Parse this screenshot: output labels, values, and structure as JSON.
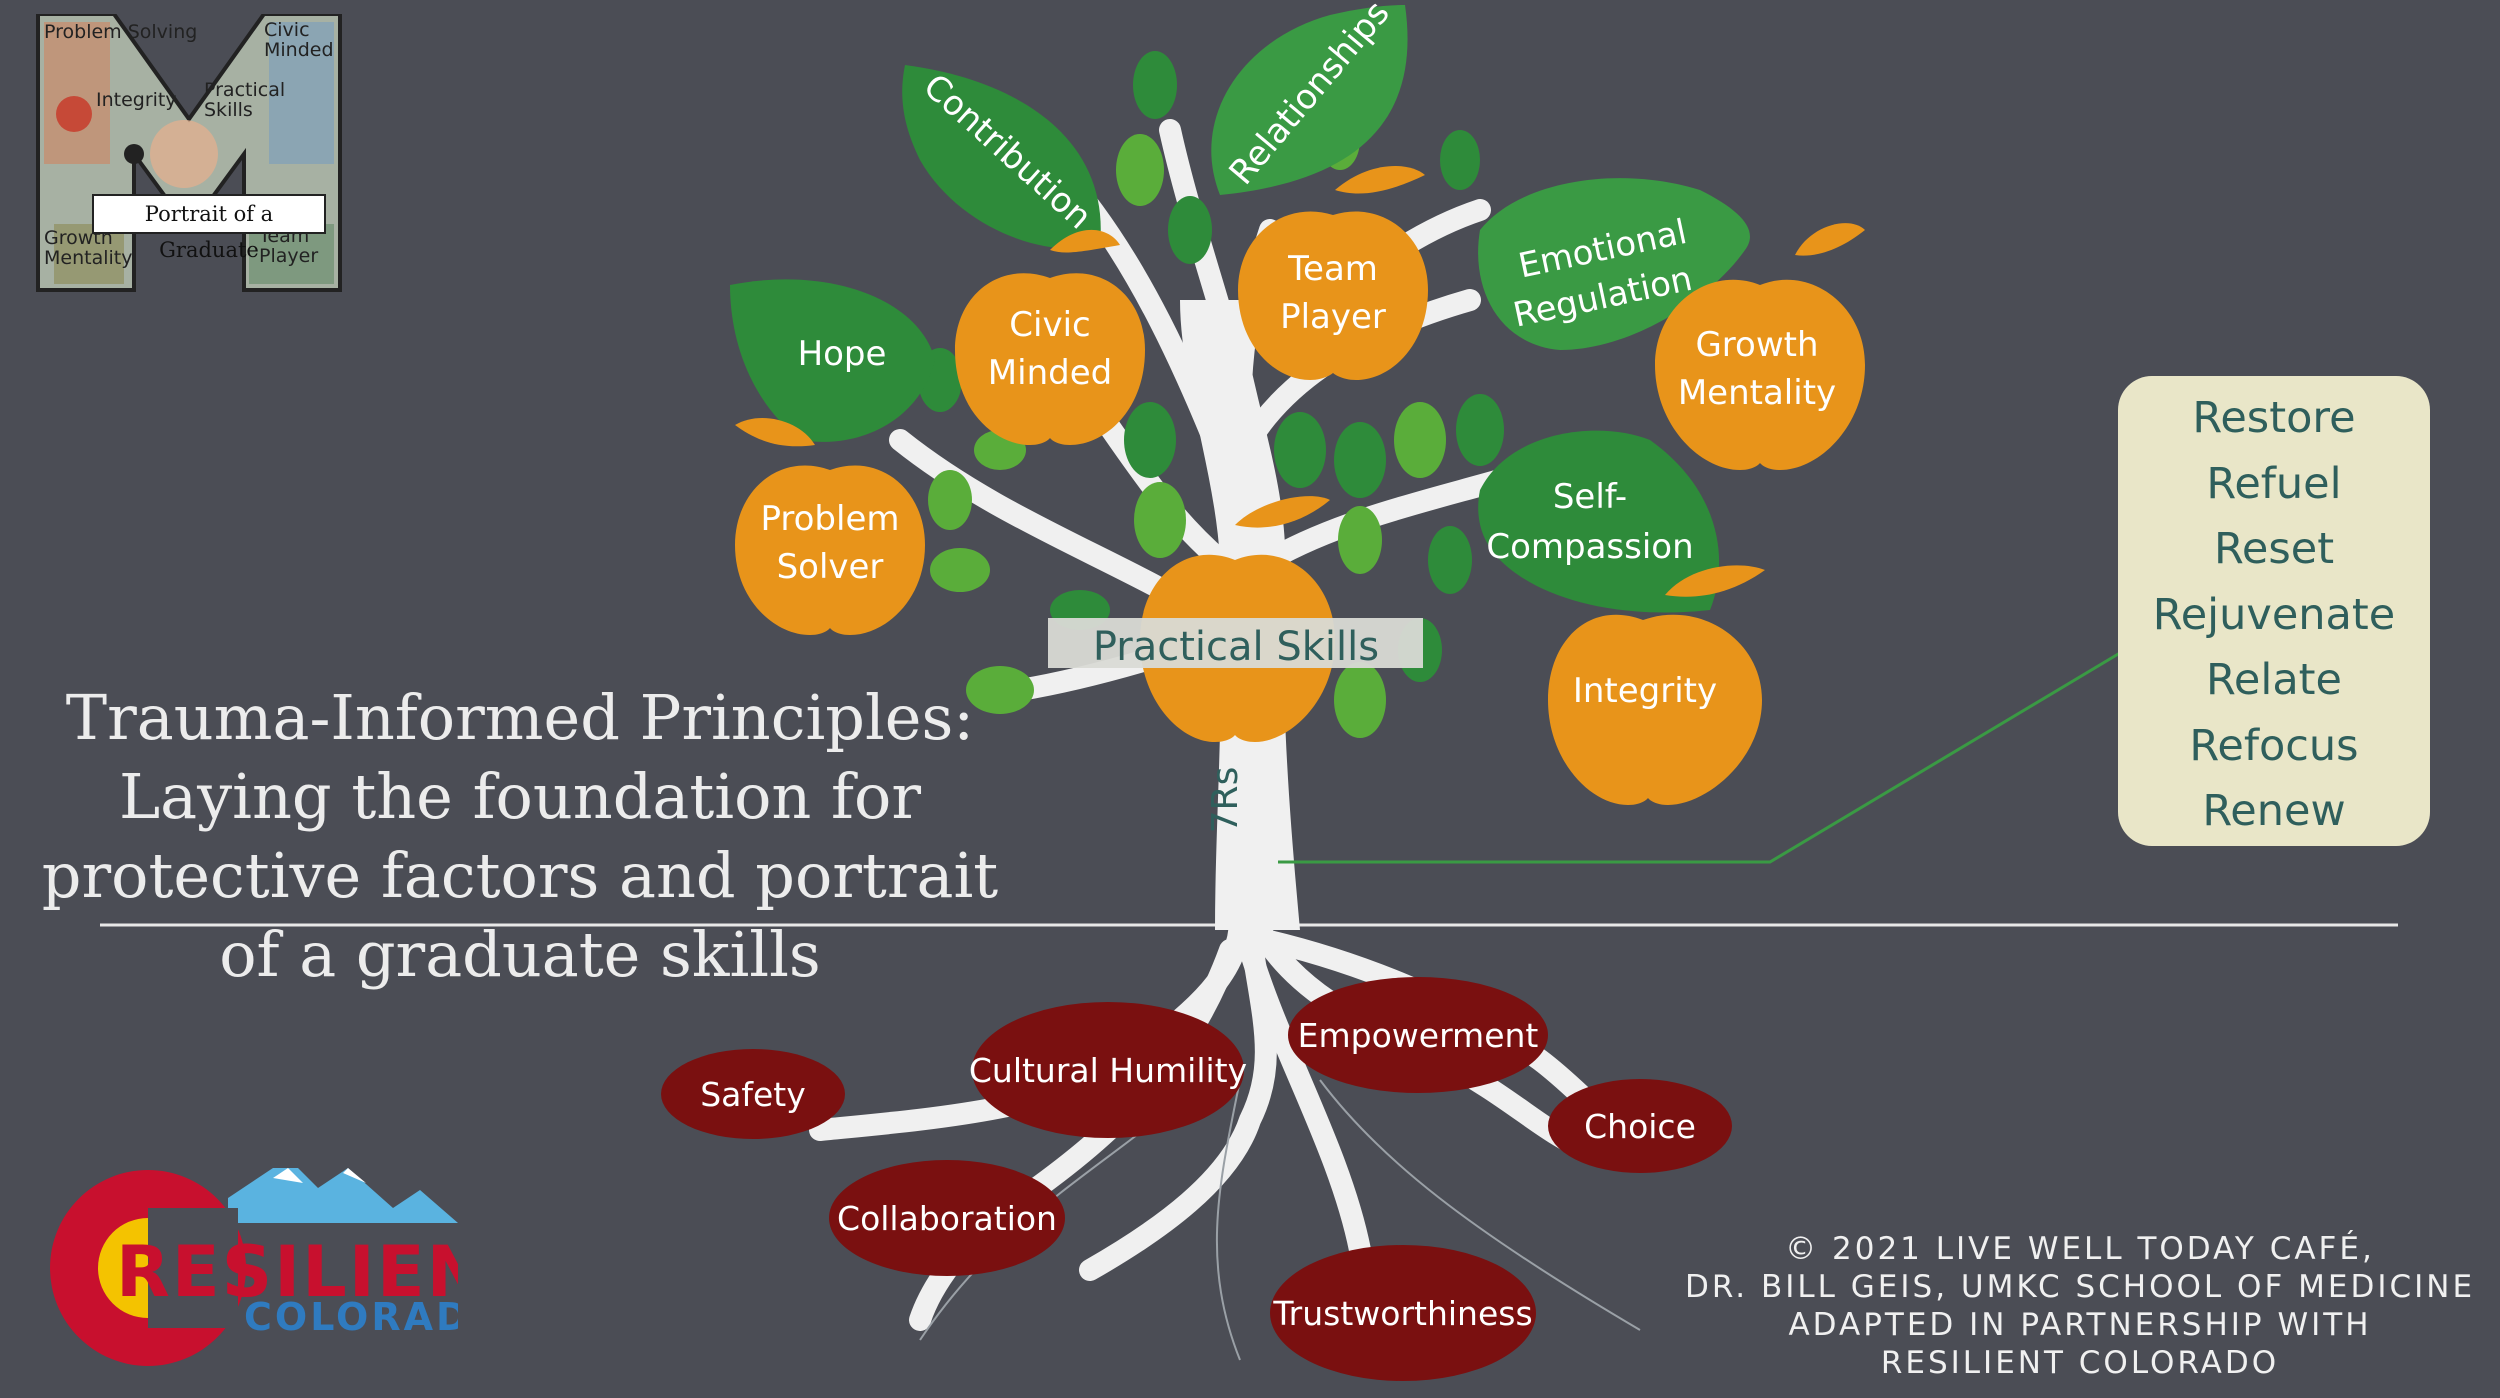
{
  "logo_m": {
    "caption": "Portrait of a Graduate",
    "words": [
      "Problem Solving",
      "Civic Minded",
      "Integrity",
      "Practical Skills",
      "Growth Mentality",
      "Team Player"
    ]
  },
  "title": {
    "lines": [
      "Trauma-Informed Principles:",
      "Laying the foundation for",
      "protective factors and portrait",
      "of a graduate skills"
    ]
  },
  "tree": {
    "trunk_label": "7Rs",
    "center_label": "Practical Skills",
    "leaves": [
      "Contribution",
      "Relationships",
      "Hope",
      "Emotional Regulation",
      "Self-Compassion"
    ],
    "apples": [
      "Civic Minded",
      "Team Player",
      "Problem Solver",
      "Growth Mentality",
      "Integrity"
    ],
    "roots": [
      "Safety",
      "Cultural Humility",
      "Empowerment",
      "Choice",
      "Collaboration",
      "Trustworthiness"
    ]
  },
  "seven_rs": [
    "Restore",
    "Refuel",
    "Reset",
    "Rejuvenate",
    "Relate",
    "Refocus",
    "Renew"
  ],
  "resilient_logo": {
    "word1": "RESILIENT",
    "word2": "COLORADO"
  },
  "copyright": {
    "lines": [
      "© 2021 LIVE WELL TODAY CAFÉ,",
      "DR. BILL GEIS, UMKC SCHOOL OF MEDICINE",
      "ADAPTED IN PARTNERSHIP WITH",
      "RESILIENT COLORADO"
    ]
  },
  "colors": {
    "background": "#4b4d55",
    "apple": "#e8941a",
    "leaf": "#2e8b3a",
    "root_oval": "#7a1010",
    "trunk": "#eeeeee",
    "rs_box": "#e9e6c8",
    "rs_text": "#2f5f5c"
  }
}
